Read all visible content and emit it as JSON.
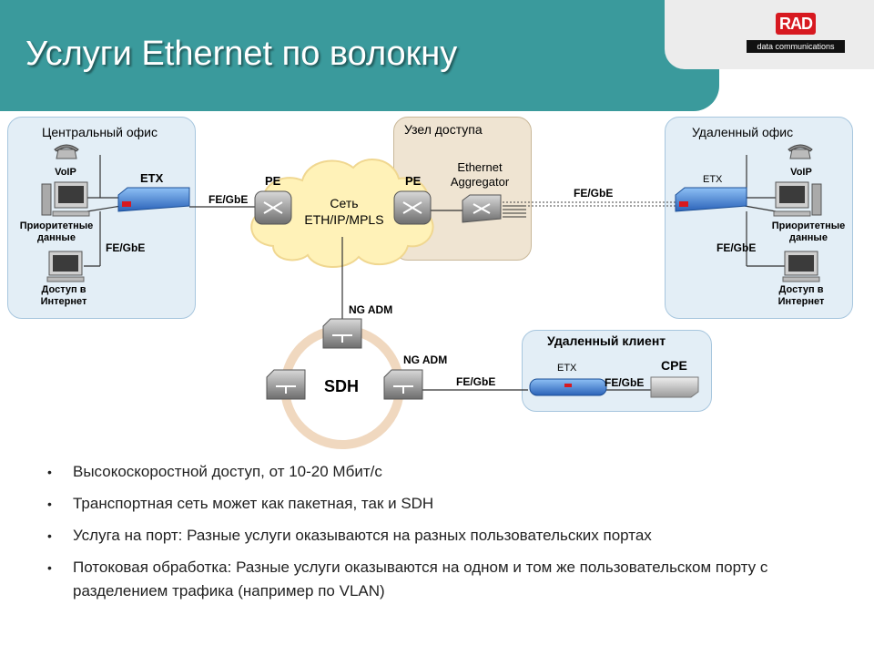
{
  "slide": {
    "title": "Услуги Ethernet по волокну",
    "logo": {
      "brand": "RAD",
      "tagline": "data communications"
    }
  },
  "diagram": {
    "central_office": {
      "title": "Центральный офис",
      "voip": "VoIP",
      "priority_data": "Приоритетные\nданные",
      "internet_access": "Доступ в\nИнтернет",
      "etx": "ETX",
      "link_fe_gbe": "FE/GbE",
      "link_fe_gbe_internal": "FE/GbE"
    },
    "network_cloud": {
      "label": "Сеть\nETH/IP/MPLS",
      "pe_left": "PE",
      "pe_right": "PE"
    },
    "access_node": {
      "title": "Узел доступа",
      "aggregator": "Ethernet\nAggregator"
    },
    "remote_office": {
      "title": "Удаленный офис",
      "etx": "ETX",
      "voip": "VoIP",
      "priority_data": "Приоритетные\nданные",
      "internet_access": "Доступ в\nИнтернет",
      "link_fe_gbe": "FE/GbE",
      "link_fe_gbe_internal": "FE/GbE"
    },
    "sdh_ring": {
      "label": "SDH",
      "ng_adm_top": "NG ADM",
      "ng_adm_right": "NG ADM",
      "link_fe_gbe": "FE/GbE"
    },
    "remote_client": {
      "title": "Удаленный клиент",
      "etx": "ETX",
      "cpe": "CPE",
      "link_fe_gbe": "FE/GbE"
    }
  },
  "bullets": [
    "Высокоскоростной доступ, от 10-20 Мбит/с",
    "Транспортная сеть может как пакетная, так и SDH",
    "Услуга на порт: Разные услуги оказываются на разных пользовательских портах",
    "Потоковая обработка: Разные услуги оказываются на одном и том же пользовательском порту с разделением трафика (например по VLAN)"
  ],
  "colors": {
    "header": "#3a9a9c",
    "office_panel": "#e3eef6",
    "access_panel": "#efe4d2",
    "cloud": "#fff2b8",
    "ring": "#f0d8bf",
    "etx_blue": "#3a7fd8"
  }
}
